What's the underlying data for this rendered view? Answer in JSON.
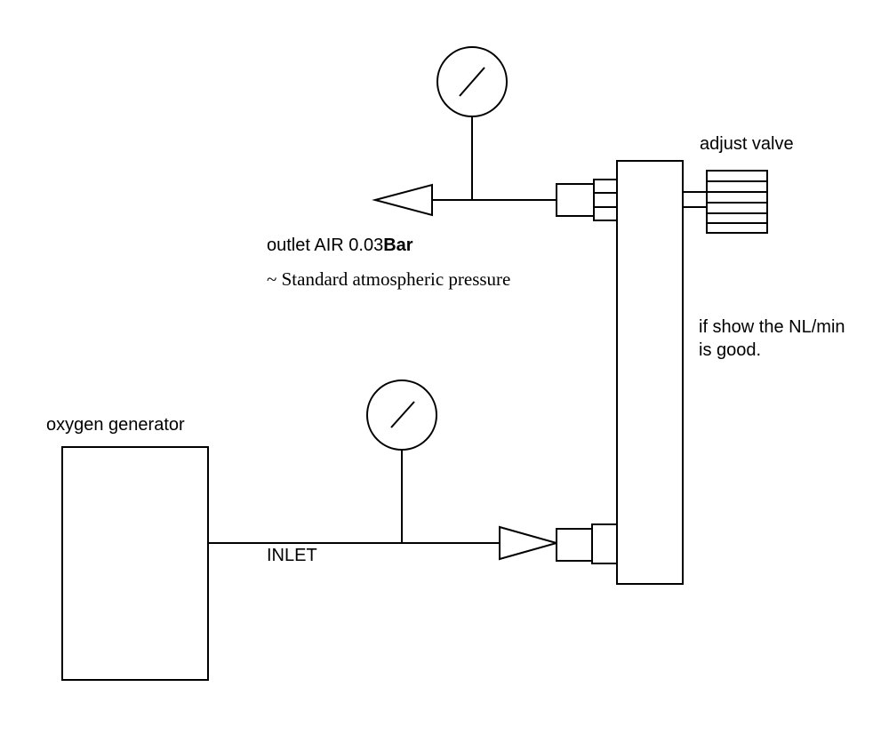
{
  "labels": {
    "adjust_valve": "adjust valve",
    "outlet_air_prefix": "outlet AIR 0.03",
    "outlet_air_unit": "Bar",
    "atmospheric_note": "~ Standard atmospheric pressure",
    "flow_note_line1": "if show the NL/min",
    "flow_note_line2": "is good.",
    "oxygen_generator": "oxygen generator",
    "inlet": "INLET"
  },
  "colors": {
    "line": "#000000",
    "background": "#ffffff"
  }
}
